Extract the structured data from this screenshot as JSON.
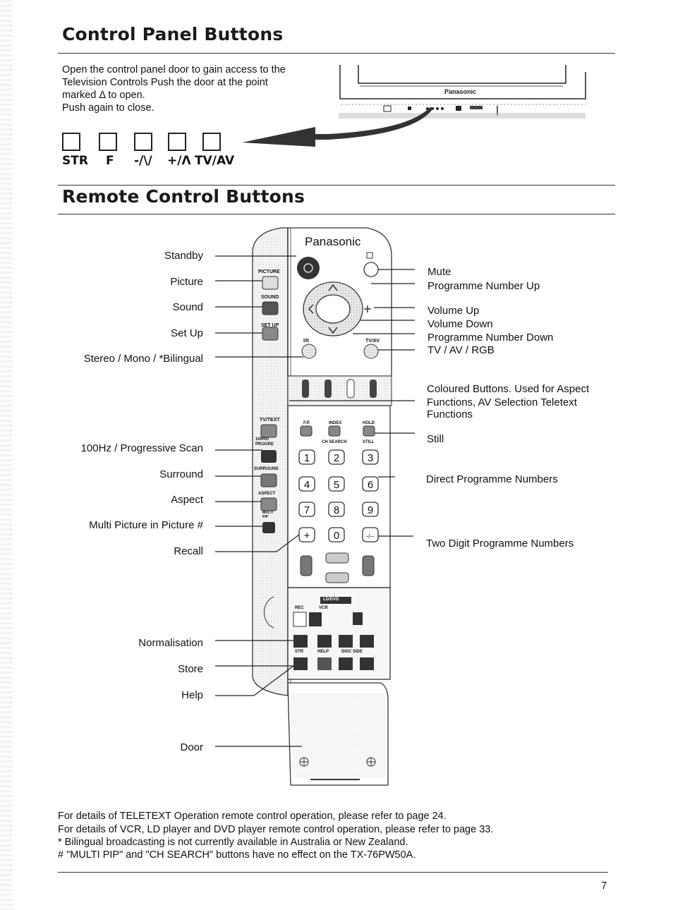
{
  "control_panel": {
    "title": "Control Panel Buttons",
    "instructions": [
      "Open the control panel door to gain access to the",
      "Television Controls Push the door at the point",
      "marked Δ to open.",
      "Push again to close."
    ],
    "button_labels": [
      "STR",
      "F",
      "-/\\/",
      "+/Λ",
      "TV/AV"
    ],
    "tv_brand": "Panasonic"
  },
  "remote": {
    "title": "Remote Control Buttons",
    "brand": "Panasonic",
    "left_labels": [
      "Standby",
      "Picture",
      "Sound",
      "Set Up",
      "Stereo / Mono / *Bilingual",
      "100Hz / Progressive Scan",
      "Surround",
      "Aspect",
      "Multi Picture in Picture #",
      "Recall",
      "Normalisation",
      "Store",
      "Help",
      "Door"
    ],
    "right_labels": [
      "Mute",
      "Programme Number Up",
      "Volume Up",
      "Volume Down",
      "Programme Number Down",
      "TV / AV / RGB",
      "Coloured Buttons. Used for Aspect",
      "Functions, AV Selection Teletext",
      "Functions",
      "Still",
      "Direct Programme Numbers",
      "Two Digit Programme Numbers"
    ],
    "side_button_tags": [
      "PICTURE",
      "SOUND",
      "SET UP",
      "TV/TEXT",
      "100Hz/ PROGRE",
      "SURROUND",
      "ASPECT",
      "MULTI PIP"
    ],
    "small_tags": [
      "I/II",
      "TV/AV",
      "F.P.",
      "INDEX",
      "HOLD",
      "CH SEARCH",
      "STILL",
      "LD/DVD",
      "REC",
      "VCR",
      "STR",
      "HELP",
      "DISC SIDE"
    ],
    "digits": [
      "1",
      "2",
      "3",
      "4",
      "5",
      "6",
      "7",
      "8",
      "9",
      "0",
      "-/--"
    ]
  },
  "footnotes": [
    "For details of TELETEXT Operation remote control operation, please refer to page 24.",
    "For details of VCR, LD player and DVD player remote control operation, please refer to page 33.",
    "* Bilingual broadcasting is not currently available in Australia or New Zealand.",
    "# \"MULTI PIP\" and \"CH SEARCH\" buttons have no effect on the TX-76PW50A."
  ],
  "page_number": "7"
}
